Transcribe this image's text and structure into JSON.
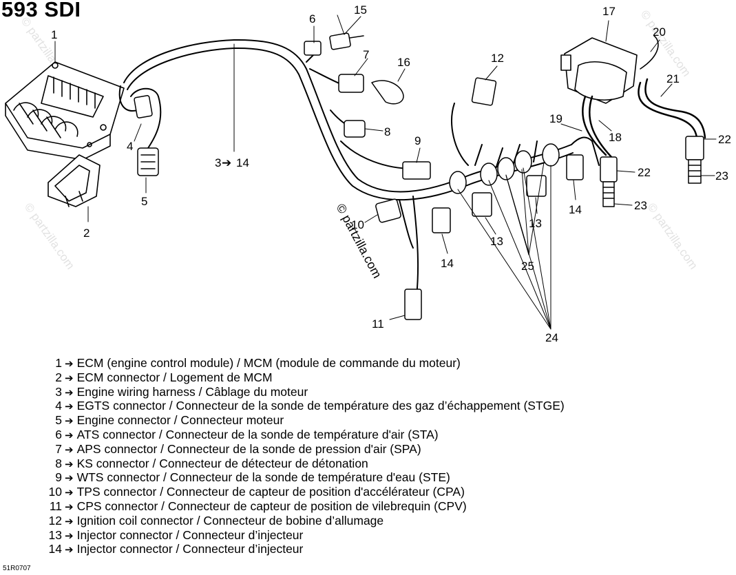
{
  "title": "593 SDI",
  "drawing_code": "51R0707",
  "watermark": "© partzilla.com",
  "callouts": {
    "c1": "1",
    "c2": "2",
    "c3": "3",
    "c3_14": "14",
    "c4": "4",
    "c5": "5",
    "c6": "6",
    "c7": "7",
    "c8": "8",
    "c9": "9",
    "c10": "10",
    "c11": "11",
    "c12": "12",
    "c13a": "13",
    "c13b": "13",
    "c14a": "14",
    "c14b": "14",
    "c15": "15",
    "c16": "16",
    "c17": "17",
    "c18": "18",
    "c19": "19",
    "c20": "20",
    "c21": "21",
    "c22a": "22",
    "c22b": "22",
    "c23a": "23",
    "c23b": "23",
    "c24": "24",
    "c25": "25"
  },
  "legend_arrow": "➔",
  "legend": [
    {
      "num": "1",
      "text": "ECM (engine control module) / MCM (module de commande du moteur)"
    },
    {
      "num": "2",
      "text": "ECM connector / Logement de MCM"
    },
    {
      "num": "3",
      "text": "Engine wiring harness / Câblage du moteur"
    },
    {
      "num": "4",
      "text": "EGTS connector / Connecteur de la sonde de température des gaz d’échappement (STGE)"
    },
    {
      "num": "5",
      "text": "Engine connector / Connecteur moteur"
    },
    {
      "num": "6",
      "text": "ATS connector / Connecteur de la sonde de température d'air (STA)"
    },
    {
      "num": "7",
      "text": "APS connector / Connecteur de la sonde de pression d'air (SPA)"
    },
    {
      "num": "8",
      "text": "KS connector / Connecteur de détecteur de détonation"
    },
    {
      "num": "9",
      "text": "WTS connector / Connecteur de la sonde de température d'eau (STE)"
    },
    {
      "num": "10",
      "text": "TPS connector / Connecteur de capteur de position d'accélérateur (CPA)"
    },
    {
      "num": "11",
      "text": "CPS connector / Connecteur  de capteur de position de vilebrequin (CPV)"
    },
    {
      "num": "12",
      "text": "Ignition coil connector / Connecteur de bobine d’allumage"
    },
    {
      "num": "13",
      "text": "Injector connector / Connecteur d’injecteur"
    },
    {
      "num": "14",
      "text": "Injector connector / Connecteur d’injecteur"
    }
  ]
}
